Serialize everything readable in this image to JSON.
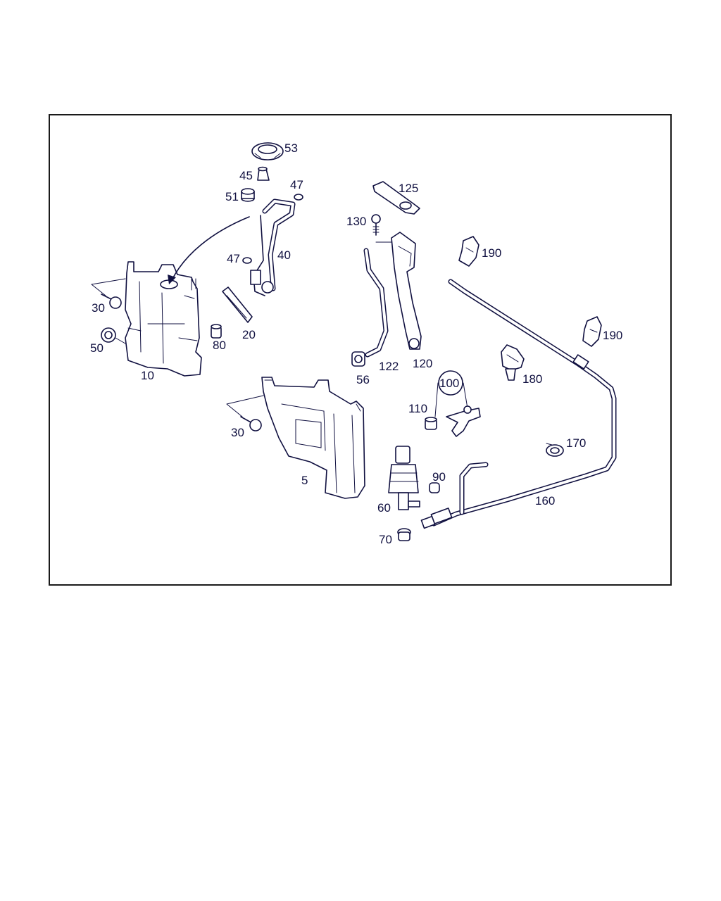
{
  "diagram": {
    "callouts": {
      "c53": "53",
      "c45": "45",
      "c51": "51",
      "c47a": "47",
      "c47b": "47",
      "c40": "40",
      "c30a": "30",
      "c50": "50",
      "c10": "10",
      "c80": "80",
      "c20": "20",
      "c125": "125",
      "c130": "130",
      "c190a": "190",
      "c190b": "190",
      "c56": "56",
      "c122": "122",
      "c120": "120",
      "c180": "180",
      "c100": "100",
      "c110": "110",
      "c30b": "30",
      "c5": "5",
      "c170": "170",
      "c90": "90",
      "c60": "60",
      "c160": "160",
      "c70": "70"
    }
  }
}
